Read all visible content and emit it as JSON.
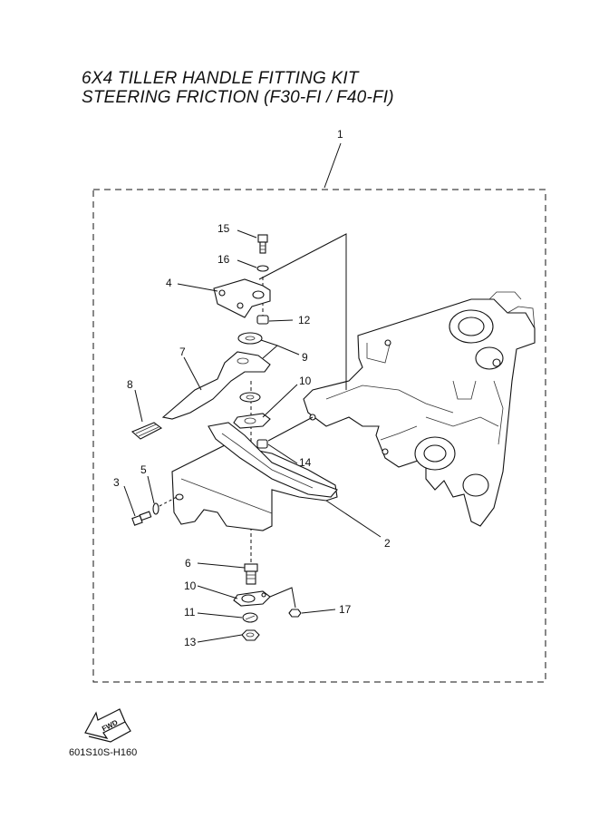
{
  "title": {
    "line1": "6X4 TILLER HANDLE FITTING KIT",
    "line2": "STEERING FRICTION (F30-FI / F40-FI)"
  },
  "callouts": {
    "c1": "1",
    "c2": "2",
    "c3": "3",
    "c4": "4",
    "c5": "5",
    "c6": "6",
    "c7": "7",
    "c8": "8",
    "c9": "9",
    "c10a": "10",
    "c10b": "10",
    "c11": "11",
    "c12": "12",
    "c13": "13",
    "c14": "14",
    "c15": "15",
    "c16": "16",
    "c17": "17"
  },
  "fwd_label": "FWD",
  "drawing_code": "601S10S-H160"
}
